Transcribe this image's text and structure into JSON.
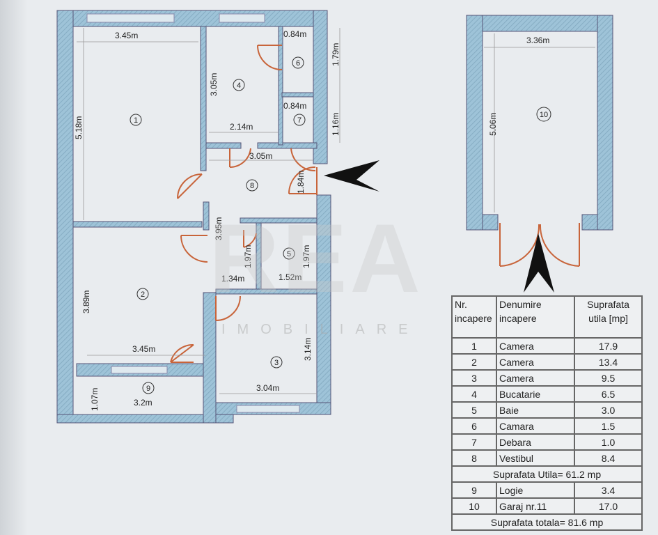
{
  "rooms": {
    "r1": {
      "num": "1",
      "width": "3.45m",
      "height": "5.18m"
    },
    "r2": {
      "num": "2",
      "width": "3.45m",
      "height": "3.89m"
    },
    "r3": {
      "num": "3",
      "width": "3.04m",
      "height": "3.14m"
    },
    "r4": {
      "num": "4",
      "width": "2.14m",
      "height": "3.05m"
    },
    "r5": {
      "num": "5",
      "width": "1.52m",
      "height": "1.97m"
    },
    "r6": {
      "num": "6",
      "width": "0.84m",
      "height": "1.79m"
    },
    "r7": {
      "num": "7",
      "width": "0.84m",
      "height": "1.16m"
    },
    "r8": {
      "num": "8",
      "width": "3.05m",
      "height": "1.84m",
      "height2": "3.95m"
    },
    "wc": {
      "width": "1.34m",
      "height": "1.97m"
    },
    "r9": {
      "num": "9",
      "width": "3.2m",
      "height": "1.07m"
    },
    "r10": {
      "num": "10",
      "width": "3.36m",
      "height": "5.06m"
    }
  },
  "watermark": {
    "brand": "REA",
    "sub": "IMOBILIARE"
  },
  "legend": {
    "headers": [
      "Nr. incapere",
      "Denumire incapere",
      "Suprafata utila [mp]"
    ],
    "rows": [
      {
        "nr": "1",
        "name": "Camera",
        "area": "17.9"
      },
      {
        "nr": "2",
        "name": "Camera",
        "area": "13.4"
      },
      {
        "nr": "3",
        "name": "Camera",
        "area": "9.5"
      },
      {
        "nr": "4",
        "name": "Bucatarie",
        "area": "6.5"
      },
      {
        "nr": "5",
        "name": "Baie",
        "area": "3.0"
      },
      {
        "nr": "6",
        "name": "Camara",
        "area": "1.5"
      },
      {
        "nr": "7",
        "name": "Debara",
        "area": "1.0"
      },
      {
        "nr": "8",
        "name": "Vestibul",
        "area": "8.4"
      }
    ],
    "subtotal": "Suprafata Utila= 61.2 mp",
    "extra_rows": [
      {
        "nr": "9",
        "name": "Logie",
        "area": "3.4"
      },
      {
        "nr": "10",
        "name": "Garaj nr.11",
        "area": "17.0"
      }
    ],
    "total": "Suprafata totala= 81.6 mp"
  },
  "colors": {
    "wall": "#9ec3d8",
    "door": "#c8643a",
    "paper": "#e9ecef"
  }
}
